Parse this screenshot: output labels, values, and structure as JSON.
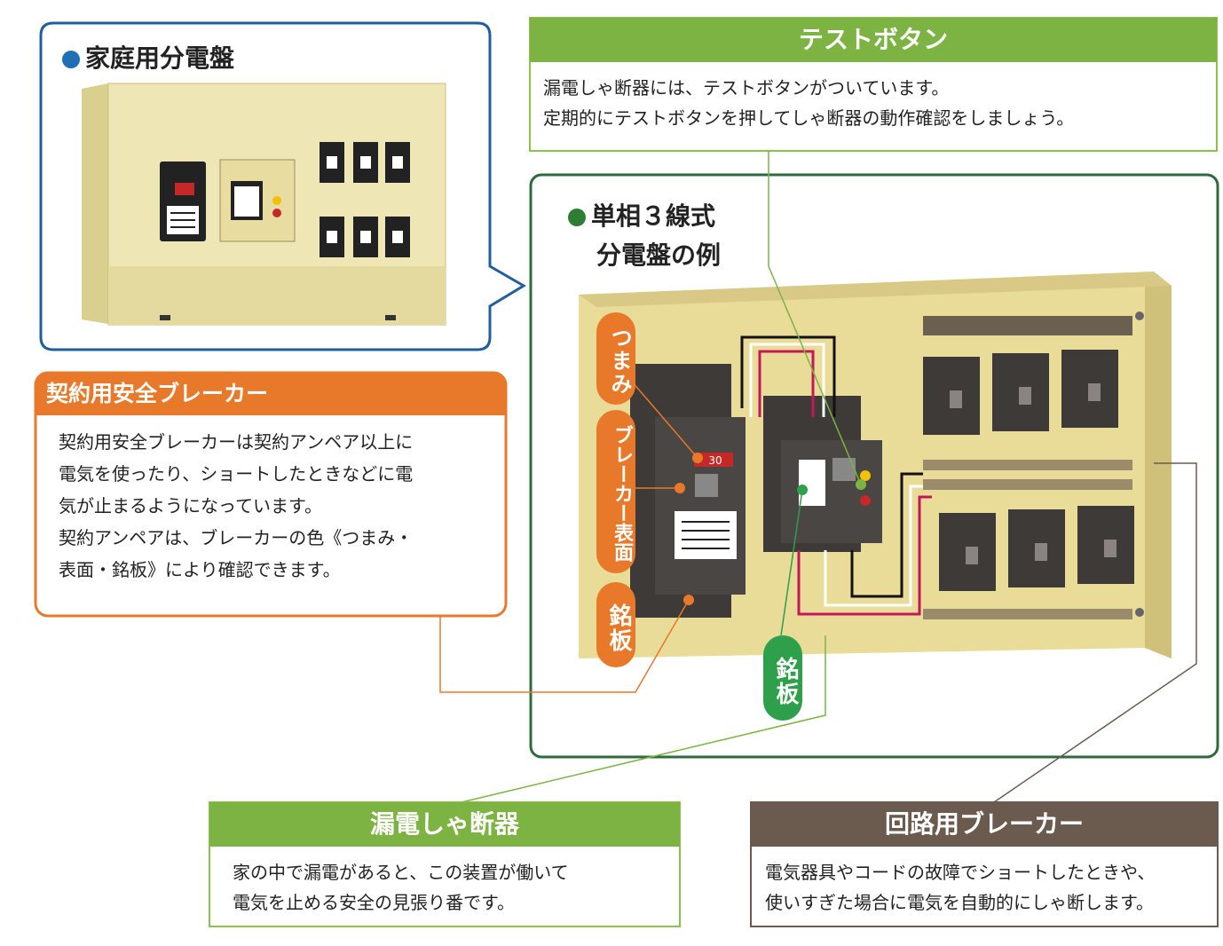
{
  "home_panel": {
    "title": "家庭用分電盤",
    "dot_color": "#1f6fb5"
  },
  "test_button": {
    "heading": "テストボタン",
    "lines": [
      "漏電しゃ断器には、テストボタンがついています。",
      "定期的にテストボタンを押してしゃ断器の動作確認をしましょう。"
    ],
    "color": "#7cb342"
  },
  "single_phase": {
    "title_line1": "単相３線式",
    "title_line2": "分電盤の例",
    "dot_color": "#2e7d32"
  },
  "contract_breaker": {
    "heading": "契約用安全ブレーカー",
    "lines": [
      "契約用安全ブレーカーは契約アンペア以上に",
      "電気を使ったり、ショートしたときなどに電",
      "気が止まるようになっています。",
      "契約アンペアは、ブレーカーの色《つまみ・",
      "表面・銘板》により確認できます。"
    ],
    "color": "#e8792a"
  },
  "labels": {
    "knob": "つまみ",
    "surface": "ブレーカー表面",
    "nameplate_orange": "銘板",
    "nameplate_green": "銘板",
    "ampere": "30"
  },
  "leakage_breaker": {
    "heading": "漏電しゃ断器",
    "lines": [
      "家の中で漏電があると、この装置が働いて",
      "電気を止める安全の見張り番です。"
    ],
    "color": "#7cb342"
  },
  "circuit_breaker": {
    "heading": "回路用ブレーカー",
    "lines": [
      "電気器具やコードの故障でショートしたときや、",
      "使いすぎた場合に電気を自動的にしゃ断します。"
    ],
    "color": "#6b5a4e"
  }
}
